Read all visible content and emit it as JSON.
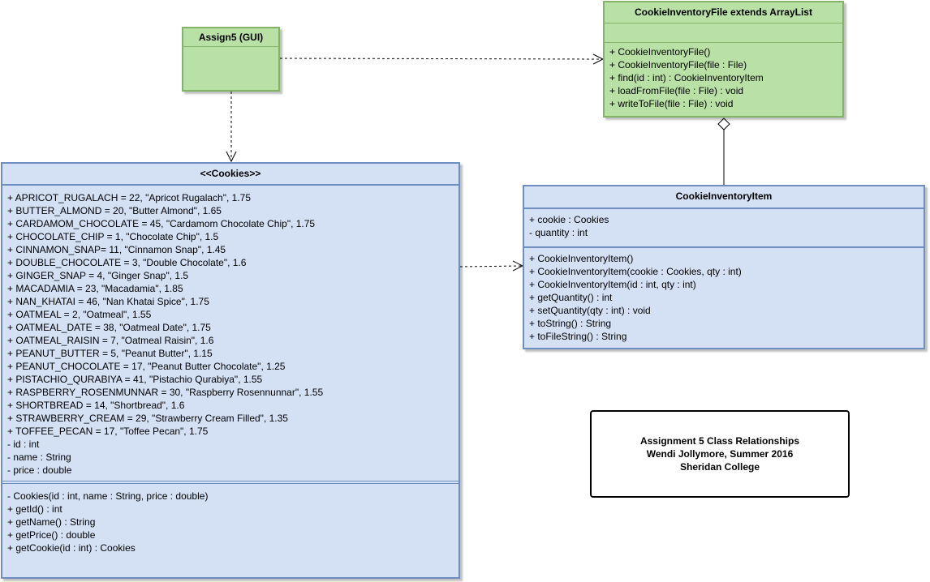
{
  "assign5": {
    "title": "Assign5 (GUI)"
  },
  "inventory_file": {
    "title": "CookieInventoryFile extends ArrayList",
    "methods": [
      "+ CookieInventoryFile()",
      "+ CookieInventoryFile(file : File)",
      "+ find(id : int) : CookieInventoryItem",
      "+ loadFromFile(file : File) : void",
      "+ writeToFile(file : File) : void"
    ]
  },
  "cookies": {
    "title": "<<Cookies>>",
    "attributes": [
      "+ APRICOT_RUGALACH = 22, \"Apricot Rugalach\", 1.75",
      "+ BUTTER_ALMOND = 20, \"Butter Almond\", 1.65",
      "+ CARDAMOM_CHOCOLATE = 45, \"Cardamom Chocolate Chip\", 1.75",
      "+ CHOCOLATE_CHIP = 1, \"Chocolate Chip\", 1.5",
      "+ CINNAMON_SNAP= 11, \"Cinnamon Snap\", 1.45",
      "+ DOUBLE_CHOCOLATE = 3, \"Double Chocolate\", 1.6",
      "+ GINGER_SNAP = 4, \"Ginger Snap\", 1.5",
      "+ MACADAMIA = 23, \"Macadamia\", 1.85",
      "+ NAN_KHATAI = 46, \"Nan Khatai Spice\", 1.75",
      "+ OATMEAL = 2, \"Oatmeal\", 1.55",
      "+ OATMEAL_DATE = 38, \"Oatmeal Date\", 1.75",
      "+ OATMEAL_RAISIN = 7, \"Oatmeal Raisin\", 1.6",
      "+ PEANUT_BUTTER = 5, \"Peanut Butter\", 1.15",
      "+ PEANUT_CHOCOLATE = 17, \"Peanut Butter Chocolate\", 1.25",
      "+ PISTACHIO_QURABIYA = 41, \"Pistachio Qurabiya\", 1.55",
      "+ RASPBERRY_ROSENMUNNAR = 30, \"Raspberry Rosennunnar\", 1.55",
      "+ SHORTBREAD = 14, \"Shortbread\", 1.6",
      "+ STRAWBERRY_CREAM = 29, \"Strawberry Cream Filled\", 1.35",
      "+ TOFFEE_PECAN = 17, \"Toffee Pecan\", 1.75",
      "- id : int",
      "- name : String",
      "- price : double"
    ],
    "methods": [
      "- Cookies(id : int, name : String, price : double)",
      "+ getId() : int",
      "+ getName() : String",
      "+ getPrice() : double",
      "+ getCookie(id : int) : Cookies"
    ]
  },
  "inventory_item": {
    "title": "CookieInventoryItem",
    "attributes": [
      "+ cookie : Cookies",
      "- quantity : int"
    ],
    "methods": [
      "+ CookieInventoryItem()",
      "+ CookieInventoryItem(cookie : Cookies, qty : int)",
      "+ CookieInventoryItem(id : int, qty : int)",
      "+ getQuantity() : int",
      "+ setQuantity(qty : int) : void",
      "+ toString() : String",
      "+ toFileString() : String"
    ]
  },
  "note": {
    "lines": [
      "Assignment 5 Class Relationships",
      "Wendi Jollymore, Summer 2016",
      "Sheridan College"
    ]
  },
  "colors": {
    "blue_fill": "#d4e1f5",
    "blue_stroke": "#6d8ebf",
    "green_fill": "#b9e0a5",
    "green_stroke": "#82b366"
  }
}
